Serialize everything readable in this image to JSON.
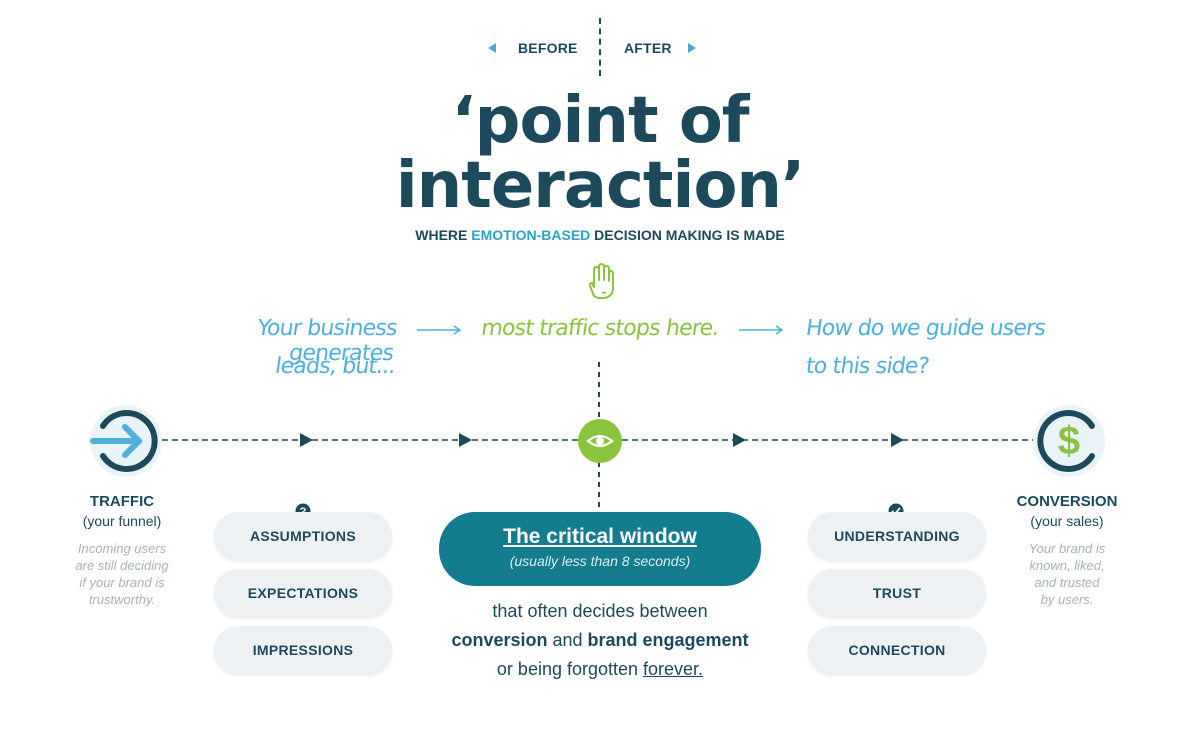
{
  "nav": {
    "before": "BEFORE",
    "after": "AFTER"
  },
  "title": {
    "line1": "‘point of",
    "line2": "interaction’"
  },
  "subtitle": {
    "part1": "WHERE ",
    "highlight": "EMOTION-BASED",
    "part2": " DECISION MAKING IS MADE"
  },
  "notes": {
    "left_line1": "Your business generates",
    "left_line2": "leads, but...",
    "center": "most traffic stops here.",
    "right_line1": "How do we guide users",
    "right_line2": "to this side?"
  },
  "traffic": {
    "title": "TRAFFIC",
    "sub": "(your funnel)",
    "desc": [
      "Incoming users",
      "are still deciding",
      "if your brand is",
      "trustworthy."
    ]
  },
  "conversion": {
    "title": "CONVERSION",
    "sub": "(your sales)",
    "desc": [
      "Your brand is",
      "known, liked,",
      "and trusted",
      "by users."
    ]
  },
  "before_pills": [
    "ASSUMPTIONS",
    "EXPECTATIONS",
    "IMPRESSIONS"
  ],
  "after_pills": [
    "UNDERSTANDING",
    "TRUST",
    "CONNECTION"
  ],
  "window": {
    "title": "The critical window",
    "sub": "(usually less than 8 seconds)"
  },
  "body": {
    "line1": "that often decides between",
    "bold1": "conversion",
    "and": " and ",
    "bold2": "brand engagement",
    "line3_a": "or being forgotten ",
    "line3_u": "forever."
  },
  "colors": {
    "navy": "#1c4a5c",
    "teal": "#137c8e",
    "blue": "#4fb0dd",
    "green": "#8ac43f"
  }
}
